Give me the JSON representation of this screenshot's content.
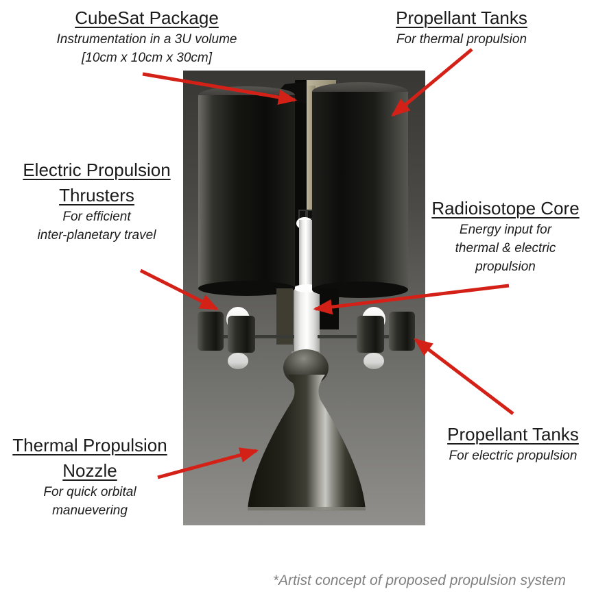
{
  "callouts": [
    {
      "id": "cubesat-package",
      "title": "CubeSat Package",
      "lines": [
        "Instrumentation in a 3U volume",
        "[10cm x 10cm x 30cm]"
      ]
    },
    {
      "id": "propellant-tanks-thermal",
      "title": "Propellant Tanks",
      "lines": [
        "For thermal propulsion"
      ]
    },
    {
      "id": "electric-propulsion-thrusters",
      "title": "Electric Propulsion Thrusters",
      "lines": [
        "For efficient",
        "inter-planetary travel"
      ]
    },
    {
      "id": "radioisotope-core",
      "title": "Radioisotope Core",
      "lines": [
        "Energy input for",
        "thermal & electric",
        "propulsion"
      ]
    },
    {
      "id": "thermal-propulsion-nozzle",
      "title": "Thermal Propulsion Nozzle",
      "lines": [
        "For quick orbital",
        "manuevering"
      ]
    },
    {
      "id": "propellant-tanks-electric",
      "title": "Propellant Tanks",
      "lines": [
        "For electric propulsion"
      ]
    }
  ],
  "footnote": "*Artist concept of proposed propulsion system",
  "colors": {
    "arrow_red": "#d42118",
    "text_black": "#1b1b1b",
    "footnote_gray": "#7f7f7f",
    "tan_bracket": "#b3ab93",
    "render_bg_top": "#393733",
    "render_bg_bottom": "#908f8c"
  }
}
